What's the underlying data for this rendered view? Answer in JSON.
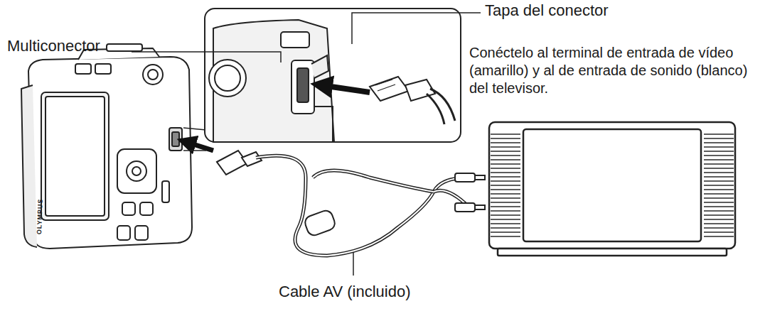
{
  "diagram": {
    "labels": [
      "Multiconector",
      "Tapa del conector",
      "Conéctelo al terminal de entrada de vídeo (amarillo) y al de entrada de sonido (blanco) del televisor.",
      "Cable AV (incluido)",
      "OLYMPUS"
    ]
  }
}
